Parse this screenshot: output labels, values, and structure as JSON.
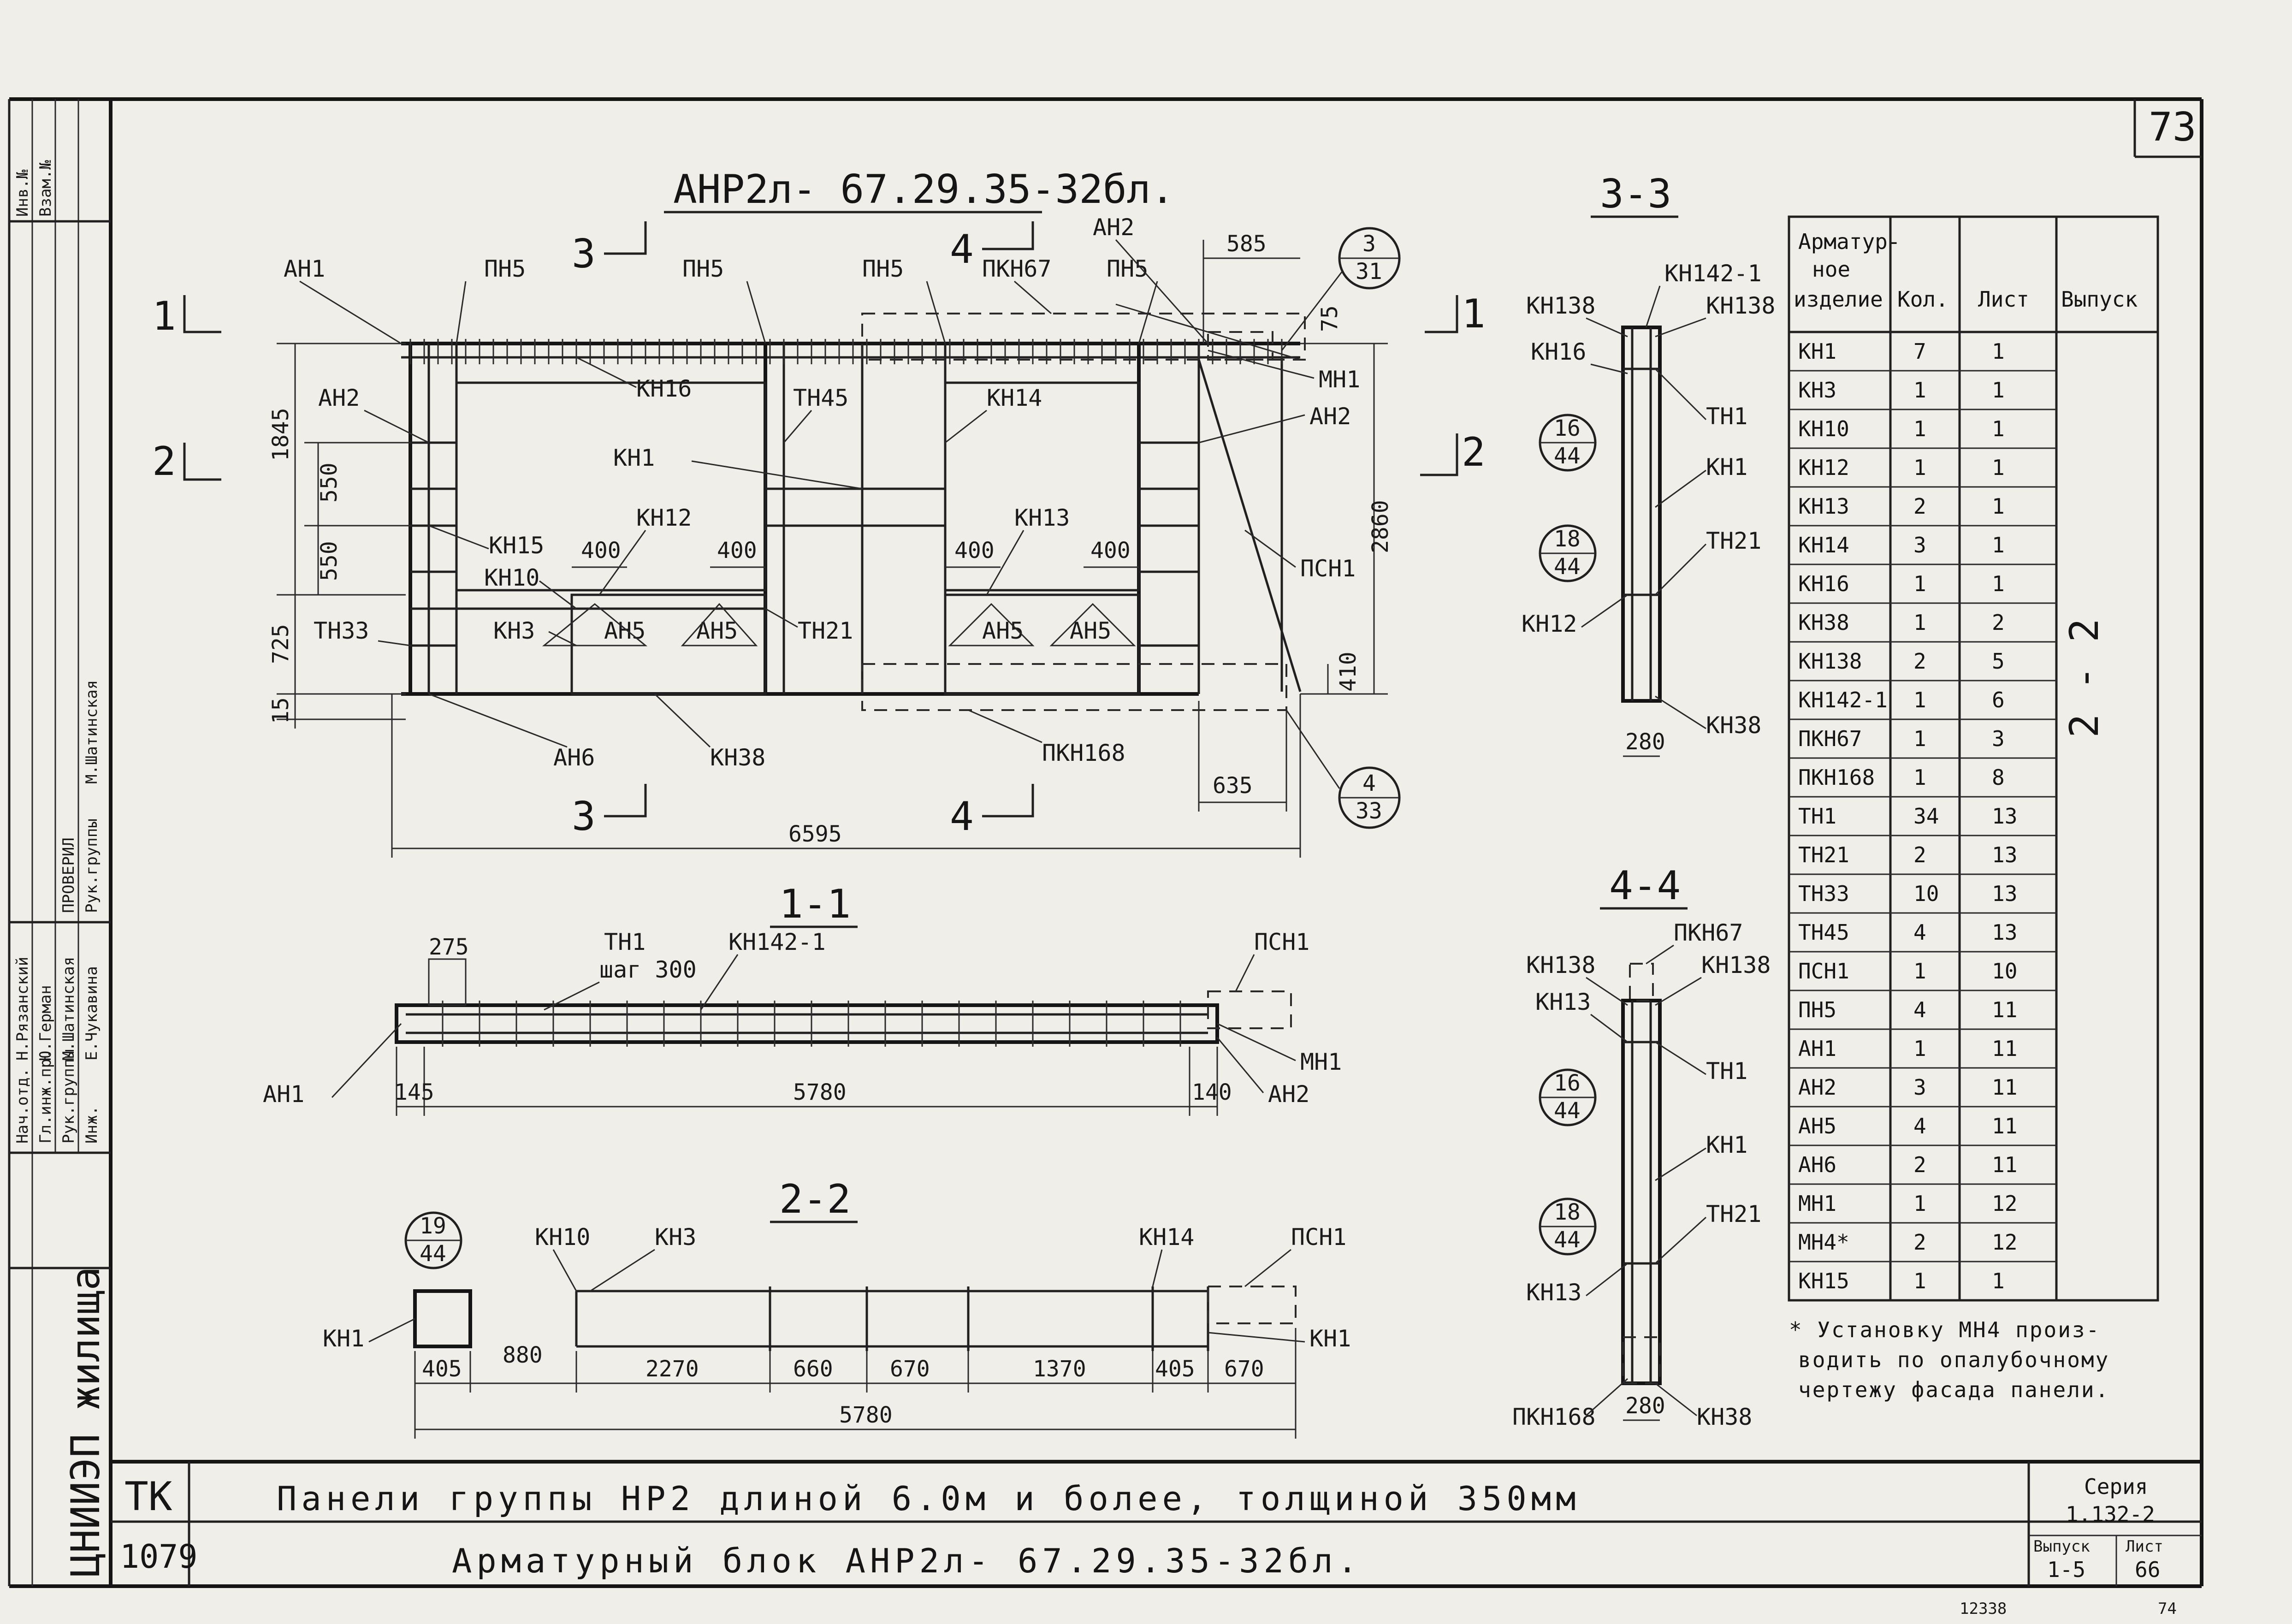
{
  "sheet": {
    "number": "73",
    "stamp_bottom": "12338",
    "stamp_bottom_right": "74"
  },
  "main_view": {
    "title": "АНР2л- 67.29.35-32бл.",
    "labels": {
      "an1": "АН1",
      "pn5": "ПН5",
      "an2": "АН2",
      "pkn67": "ПКН67",
      "mn1": "МН1",
      "kn16": "КН16",
      "tn45": "ТН45",
      "kn14": "КН14",
      "kn1": "КН1",
      "kn12": "КН12",
      "kn13": "КН13",
      "kn15": "КН15",
      "kn10": "КН10",
      "kn3": "КН3",
      "tn33": "ТН33",
      "an5": "АН5",
      "tn21": "ТН21",
      "an6": "АН6",
      "kn38": "КН38",
      "pkn168": "ПКН168",
      "psn1": "ПСН1"
    },
    "section_marks": {
      "s1": "1",
      "s2": "2",
      "s3": "3",
      "s4": "4"
    },
    "dims": {
      "d585": "585",
      "d75": "75",
      "d1845": "1845",
      "d550a": "550",
      "d550b": "550",
      "d725": "725",
      "d15": "15",
      "d2860": "2860",
      "d410": "410",
      "d400a": "400",
      "d400b": "400",
      "d400c": "400",
      "d400d": "400",
      "d635": "635",
      "d6595": "6595"
    },
    "callouts": {
      "c1_top": "3",
      "c1_bot": "31",
      "c2_top": "4",
      "c2_bot": "33"
    }
  },
  "section_11": {
    "title": "1-1",
    "labels": {
      "tn1": "ТН1",
      "step": "шаг 300",
      "kn142": "КН142-1",
      "psn1": "ПСН1",
      "mn1": "МН1",
      "an2": "АН2",
      "an1": "АН1"
    },
    "dims": {
      "d275": "275",
      "d145": "145",
      "d5780": "5780",
      "d140": "140"
    }
  },
  "section_22": {
    "title": "2-2",
    "labels": {
      "kn10": "КН10",
      "kn3": "КН3",
      "kn14": "КН14",
      "psn1": "ПСН1",
      "kn1a": "КН1",
      "kn1b": "КН1"
    },
    "callout": {
      "top": "19",
      "bot": "44"
    },
    "dims": {
      "d405a": "405",
      "d880": "880",
      "d2270": "2270",
      "d660": "660",
      "d670a": "670",
      "d1370": "1370",
      "d405b": "405",
      "d670b": "670",
      "d5780": "5780"
    }
  },
  "section_33": {
    "title": "3-3",
    "labels": {
      "kn142": "КН142-1",
      "kn138a": "КН138",
      "kn138b": "КН138",
      "kn16": "КН16",
      "tn1": "ТН1",
      "kn1": "КН1",
      "tn21": "ТН21",
      "kn12": "КН12",
      "kn38": "КН38"
    },
    "callouts": [
      {
        "top": "16",
        "bot": "44"
      },
      {
        "top": "18",
        "bot": "44"
      }
    ],
    "dims": {
      "d280": "280"
    }
  },
  "section_44": {
    "title": "4-4",
    "labels": {
      "pkn67": "ПКН67",
      "kn138a": "КН138",
      "kn138b": "КН138",
      "kn13a": "КН13",
      "tn1": "ТН1",
      "kn1": "КН1",
      "tn21": "ТН21",
      "kn13b": "КН13",
      "pkn168": "ПКН168",
      "kn38": "КН38"
    },
    "callouts": [
      {
        "top": "16",
        "bot": "44"
      },
      {
        "top": "18",
        "bot": "44"
      }
    ],
    "dims": {
      "d280": "280"
    }
  },
  "spec_table": {
    "headers": {
      "item_l1": "Арматур-",
      "item_l2": "ное",
      "item_l3": "изделие",
      "qty": "Кол.",
      "sheet": "Лист",
      "issue": "Выпуск"
    },
    "issue_value": "2 - 2",
    "rows": [
      {
        "item": "КН1",
        "qty": "7",
        "sheet": "1"
      },
      {
        "item": "КН3",
        "qty": "1",
        "sheet": "1"
      },
      {
        "item": "КН10",
        "qty": "1",
        "sheet": "1"
      },
      {
        "item": "КН12",
        "qty": "1",
        "sheet": "1"
      },
      {
        "item": "КН13",
        "qty": "2",
        "sheet": "1"
      },
      {
        "item": "КН14",
        "qty": "3",
        "sheet": "1"
      },
      {
        "item": "КН16",
        "qty": "1",
        "sheet": "1"
      },
      {
        "item": "КН38",
        "qty": "1",
        "sheet": "2"
      },
      {
        "item": "КН138",
        "qty": "2",
        "sheet": "5"
      },
      {
        "item": "КН142-1",
        "qty": "1",
        "sheet": "6"
      },
      {
        "item": "ПКН67",
        "qty": "1",
        "sheet": "3"
      },
      {
        "item": "ПКН168",
        "qty": "1",
        "sheet": "8"
      },
      {
        "item": "ТН1",
        "qty": "34",
        "sheet": "13"
      },
      {
        "item": "ТН21",
        "qty": "2",
        "sheet": "13"
      },
      {
        "item": "ТН33",
        "qty": "10",
        "sheet": "13"
      },
      {
        "item": "ТН45",
        "qty": "4",
        "sheet": "13"
      },
      {
        "item": "ПСН1",
        "qty": "1",
        "sheet": "10"
      },
      {
        "item": "ПН5",
        "qty": "4",
        "sheet": "11"
      },
      {
        "item": "АН1",
        "qty": "1",
        "sheet": "11"
      },
      {
        "item": "АН2",
        "qty": "3",
        "sheet": "11"
      },
      {
        "item": "АН5",
        "qty": "4",
        "sheet": "11"
      },
      {
        "item": "АН6",
        "qty": "2",
        "sheet": "11"
      },
      {
        "item": "МН1",
        "qty": "1",
        "sheet": "12"
      },
      {
        "item": "МН4*",
        "qty": "2",
        "sheet": "12"
      },
      {
        "item": "КН15",
        "qty": "1",
        "sheet": "1"
      }
    ],
    "note_l1": "* Установку МН4 произ-",
    "note_l2": "водить по опалубочному",
    "note_l3": "чертежу фасада панели."
  },
  "title_block": {
    "org": "ТК",
    "doc_no": "1079",
    "line1": "Панели группы НР2 длиной 6.0м и более, толщиной 350мм",
    "line2": "Арматурный блок АНР2л- 67.29.35-32бл.",
    "series_label": "Серия",
    "series_value": "1.132-2",
    "issue_label": "Выпуск",
    "issue_value": "1-5",
    "sheet_label": "Лист",
    "sheet_value": "66"
  },
  "side_stamp": {
    "org": "ЦНИИЭП жилища",
    "roles": [
      "Нач.отд.",
      "Гл.инж.пр.",
      "Рук.группы",
      "Инж."
    ],
    "names": [
      "Н.Рязанский",
      "Ю.Герман",
      "М.Шатинская",
      "Е.Чукавина"
    ],
    "checked": "ПРОВЕРИЛ",
    "checked_role": "Рук.группы",
    "checked_name": "М.Шатинская",
    "inv_labels": [
      "Инв.№",
      "Взам.№"
    ]
  }
}
